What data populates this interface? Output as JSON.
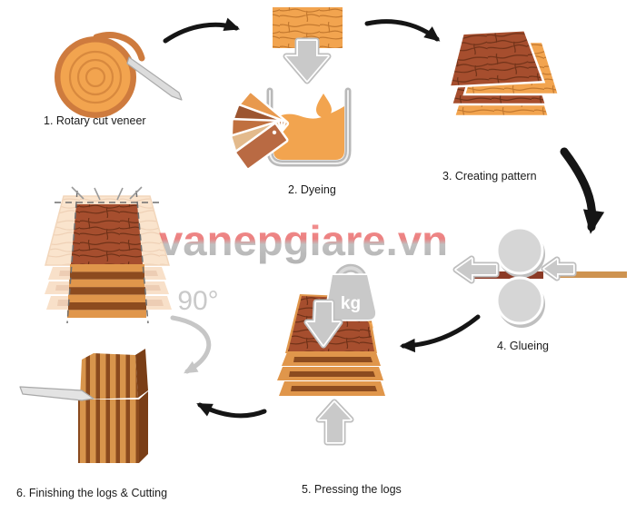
{
  "watermark": {
    "text": "vanepgiare.vn"
  },
  "steps": [
    {
      "label": "1. Rotary cut veneer"
    },
    {
      "label": "2. Dyeing"
    },
    {
      "label": "3. Creating pattern"
    },
    {
      "label": "4. Glueing"
    },
    {
      "label": "5. Pressing the logs"
    },
    {
      "label": "6. Finishing the logs & Cutting"
    }
  ],
  "annotations": {
    "rotation_label": "90°",
    "weight_unit": "kg"
  },
  "colors": {
    "background": "#FFFFFF",
    "wood_light": "#F2A44F",
    "wood_grain_line": "#C4792F",
    "veneer_dark": "#A64E2E",
    "veneer_dark_grain": "#703218",
    "stripe_orange": "#E0964B",
    "stripe_brown": "#8C4B1F",
    "glued_strip_dark": "#8B3A26",
    "raw_strip_tan": "#CE9350",
    "icon_gray": "#C9C9C9",
    "arrow_black": "#151515",
    "watermark_red": "#EA6A6A",
    "watermark_gray": "#A9A9A9",
    "label_text": "#1B1B1B"
  }
}
